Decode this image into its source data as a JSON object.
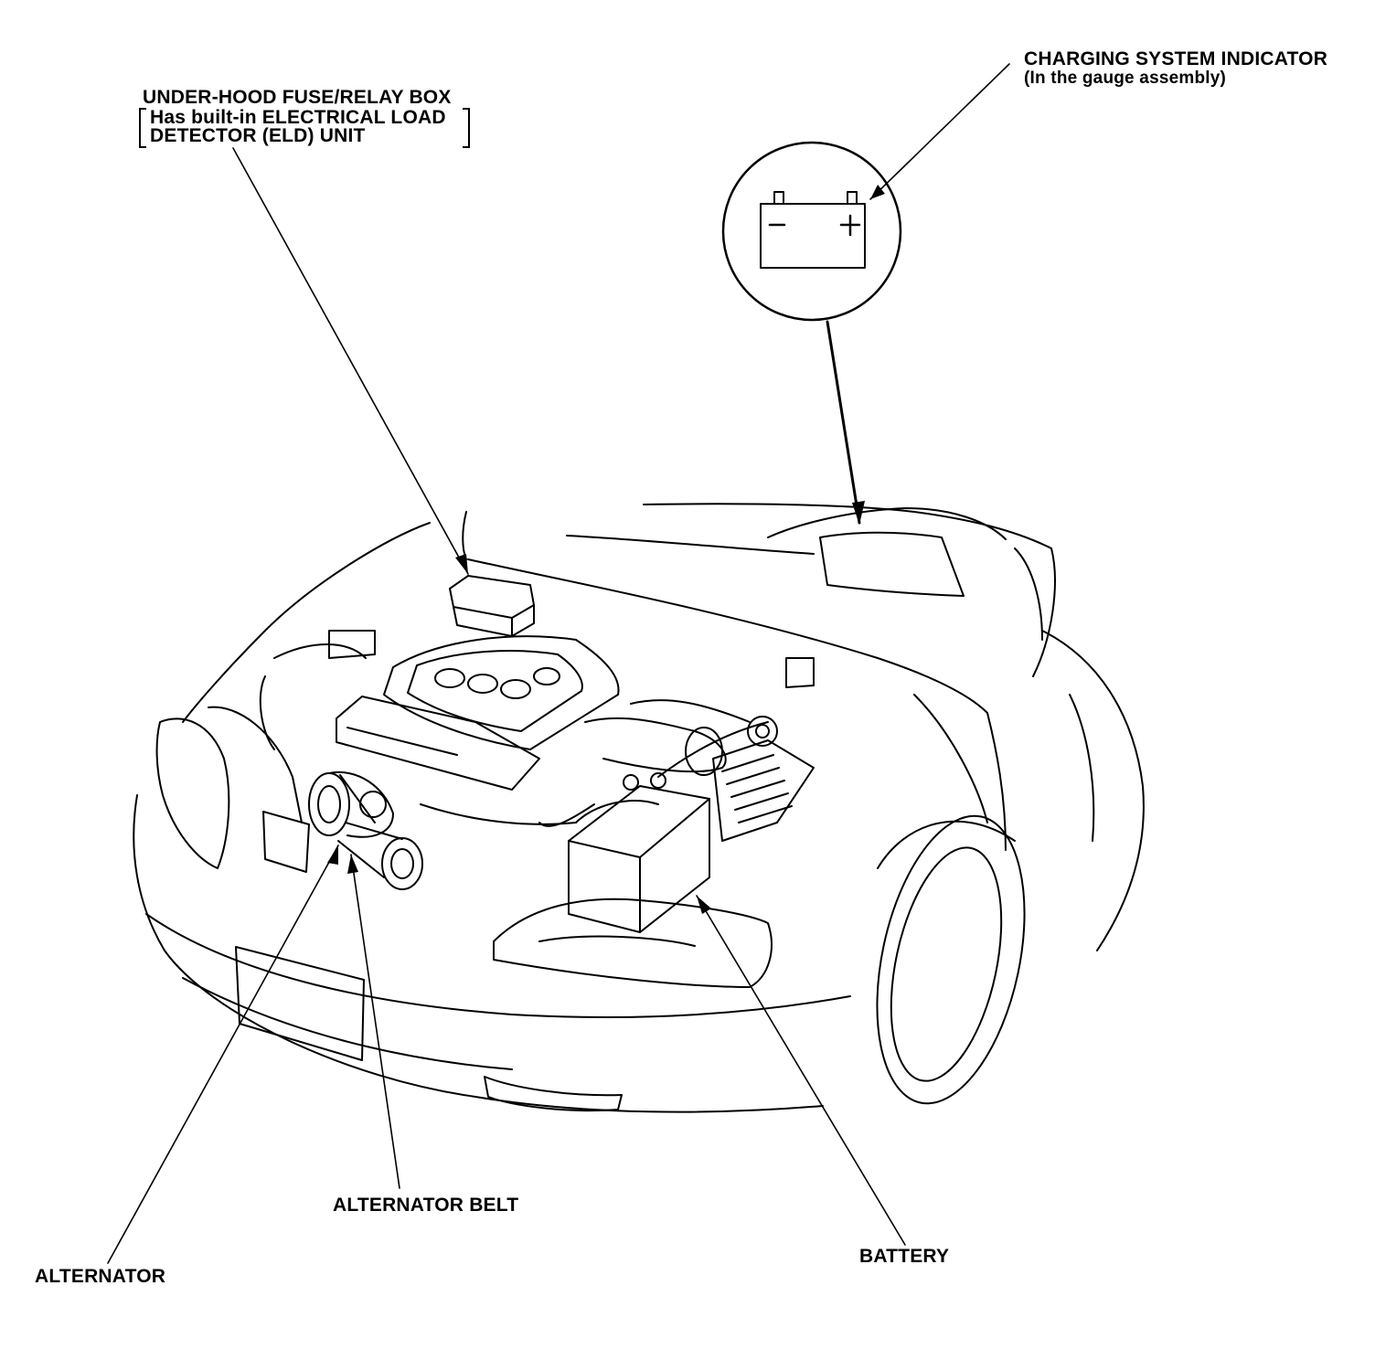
{
  "labels": {
    "fuse_box": {
      "line1": "UNDER-HOOD FUSE/RELAY BOX",
      "line2": "Has built-in ELECTRICAL LOAD",
      "line3": "DETECTOR (ELD) UNIT"
    },
    "indicator": {
      "line1": "CHARGING SYSTEM INDICATOR",
      "line2": "(In the gauge assembly)"
    },
    "alternator_belt": "ALTERNATOR BELT",
    "alternator": "ALTERNATOR",
    "battery": "BATTERY"
  },
  "icon": {
    "name": "battery-icon",
    "minus": "−",
    "plus": "+"
  },
  "colors": {
    "ink": "#000000",
    "paper": "#ffffff"
  }
}
